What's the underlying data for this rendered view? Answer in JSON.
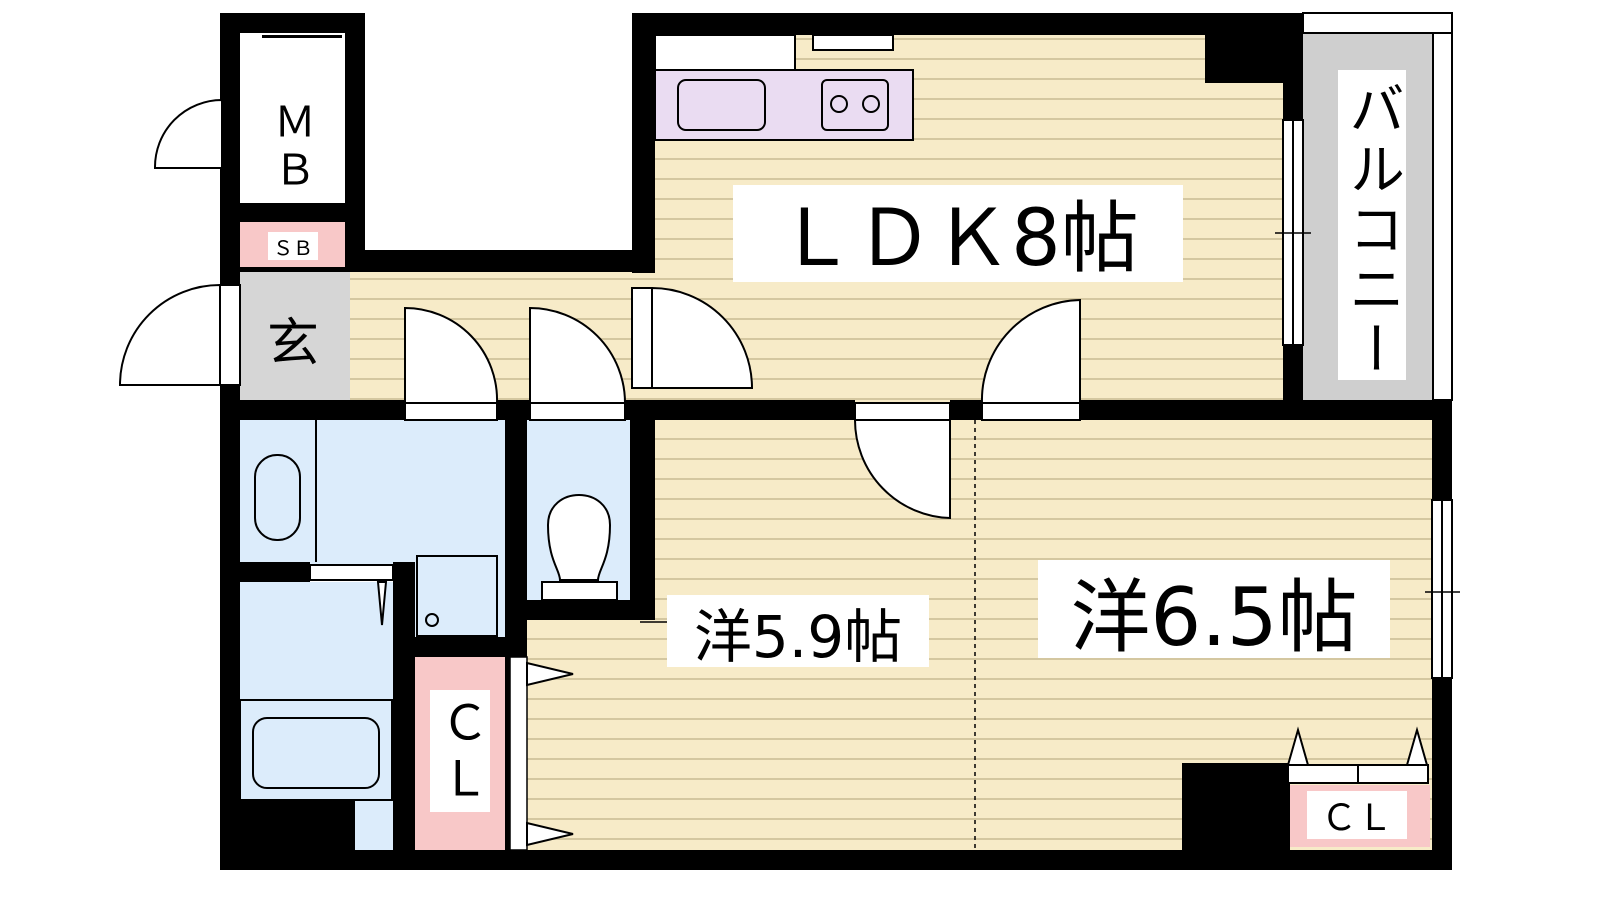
{
  "rooms": {
    "ldk": "ＬＤＫ8帖",
    "western_a": "洋5.9帖",
    "western_b": "洋6.5帖",
    "balcony": "バルコニー",
    "entrance": "玄",
    "meter_box": "ＭＢ",
    "shoe_box": "ＳＢ",
    "closet_left": "ＣＬ",
    "closet_right": "ＣＬ"
  },
  "colors": {
    "floor_wood": "#f7ebc8",
    "floor_lines": "#c9bb92",
    "wet_area": "#dcecfb",
    "closet": "#f8c8c8",
    "balcony": "#cfcfcf",
    "entrance": "#d6d6d6",
    "kitchen": "#eadcf2",
    "wall": "#000000"
  }
}
